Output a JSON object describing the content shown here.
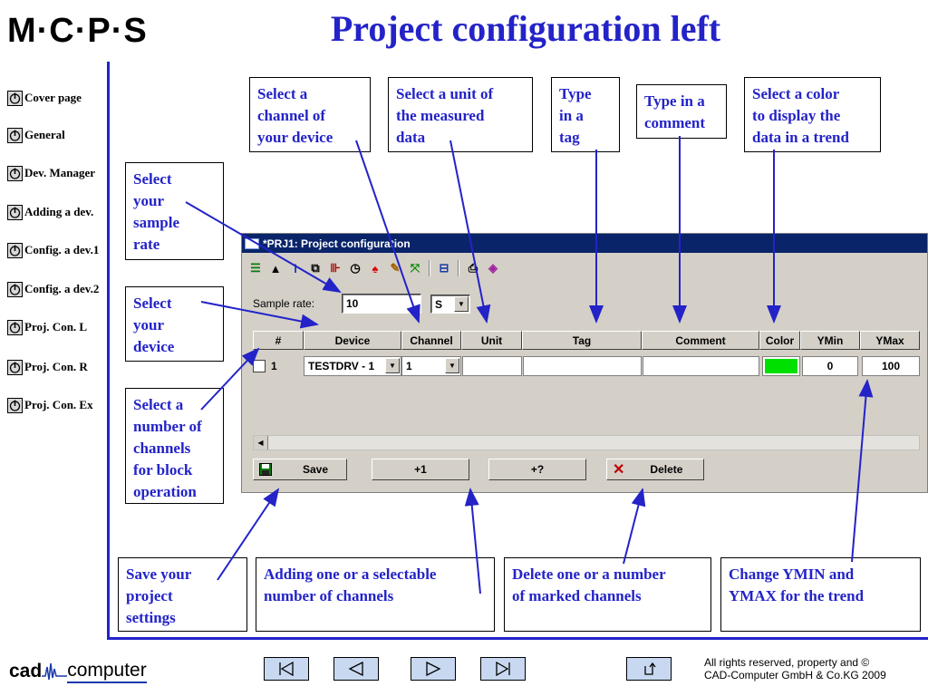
{
  "header": {
    "logo_text": "M·C·P·S",
    "title": "Project configuration left"
  },
  "sidebar": {
    "items": [
      {
        "label": "Cover page"
      },
      {
        "label": "General"
      },
      {
        "label": "Dev. Manager"
      },
      {
        "label": "Adding a dev."
      },
      {
        "label": "Config. a dev.1"
      },
      {
        "label": "Config. a dev.2"
      },
      {
        "label": "Proj. Con. L"
      },
      {
        "label": "Proj. Con. R"
      },
      {
        "label": "Proj. Con. Ex"
      }
    ]
  },
  "callouts": {
    "channel": [
      "Select a",
      "channel of",
      "your device"
    ],
    "unit": [
      "Select a unit of",
      "the measured",
      "data"
    ],
    "tag": [
      "Type",
      "in a",
      "tag"
    ],
    "comment": [
      "Type in a",
      "comment"
    ],
    "color": [
      "Select a color",
      "to display the",
      "data in a trend"
    ],
    "sample_rate": [
      "Select",
      "your",
      "sample",
      "rate"
    ],
    "device": [
      "Select",
      "your",
      "device"
    ],
    "block": [
      "Select a",
      "number of",
      "channels",
      "for block",
      "operation"
    ],
    "save": [
      "Save your",
      "project",
      "settings"
    ],
    "adding": [
      "Adding one or a selectable",
      "number of channels"
    ],
    "delete": [
      "Delete one or a number",
      "of marked channels"
    ],
    "ymin": [
      "Change YMIN and",
      "YMAX for the trend"
    ]
  },
  "window": {
    "title": "*PRJ1: Project configuration",
    "sample_rate_label": "Sample rate:",
    "sample_rate_value": "10",
    "sample_rate_unit": "S",
    "columns": [
      "#",
      "Device",
      "Channel",
      "Unit",
      "Tag",
      "Comment",
      "Color",
      "YMin",
      "YMax"
    ],
    "row": {
      "number": "1",
      "checked": false,
      "device": "TESTDRV - 1",
      "channel": "1",
      "unit": "",
      "tag": "",
      "comment": "",
      "color": "#00e000",
      "ymin": "0",
      "ymax": "100"
    },
    "buttons": {
      "save": "Save",
      "plus_one": "+1",
      "plus_q": "+?",
      "delete": "Delete"
    }
  },
  "footer": {
    "brand_left": "cad",
    "brand_right": "computer",
    "copyright_line1": "All rights reserved, property and ©",
    "copyright_line2": "CAD-Computer GmbH & Co.KG 2009",
    "nav_buttons": [
      "first-icon",
      "previous-icon",
      "next-icon",
      "last-icon",
      "return-icon"
    ]
  },
  "colors": {
    "accent": "#2323c8",
    "titlebar": "#0a246a",
    "window_bg": "#d4d0c8",
    "color_cell": "#00e000"
  }
}
